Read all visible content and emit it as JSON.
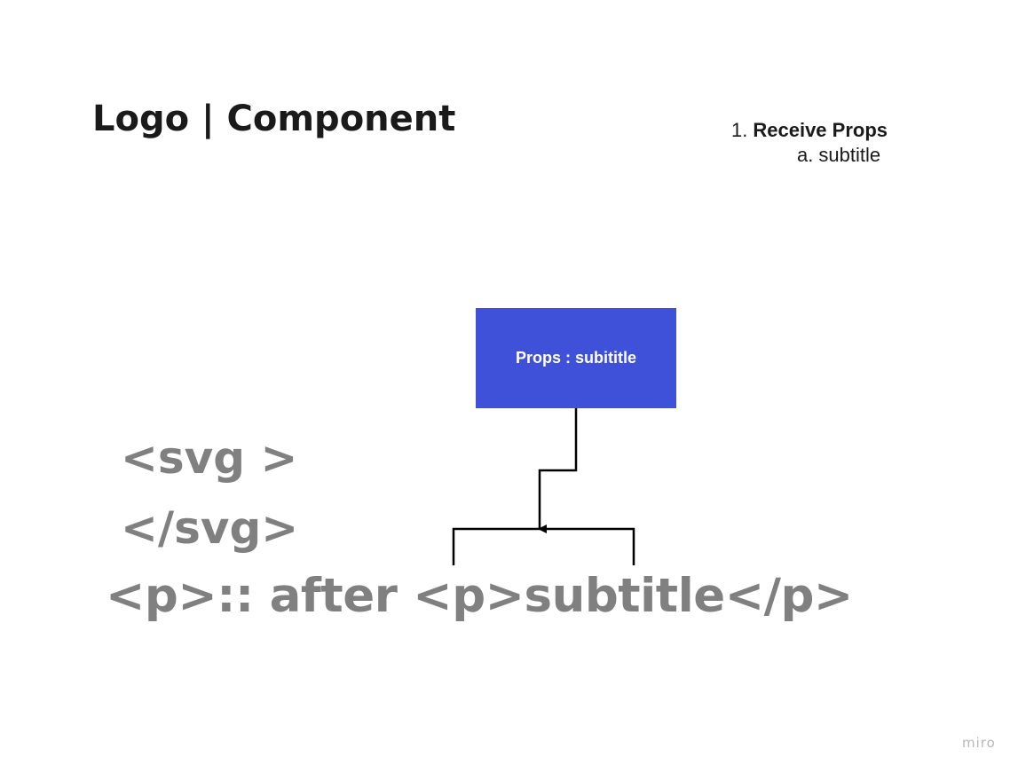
{
  "title": "Logo | Component",
  "notes": {
    "item_1": {
      "marker": "1.",
      "label": "Receive Props"
    },
    "item_1a": {
      "marker": "a.",
      "label": "subtitle"
    }
  },
  "props_box": {
    "label": "Props : subititle",
    "color": "#3f51d8"
  },
  "code": {
    "line_1": "<svg >",
    "line_2": "</svg>",
    "line_3": "<p>:: after <p>subtitle</p>"
  },
  "watermark": "miro",
  "colors": {
    "code_text": "#808080",
    "title_text": "#1a1a1a",
    "connector": "#000000"
  }
}
